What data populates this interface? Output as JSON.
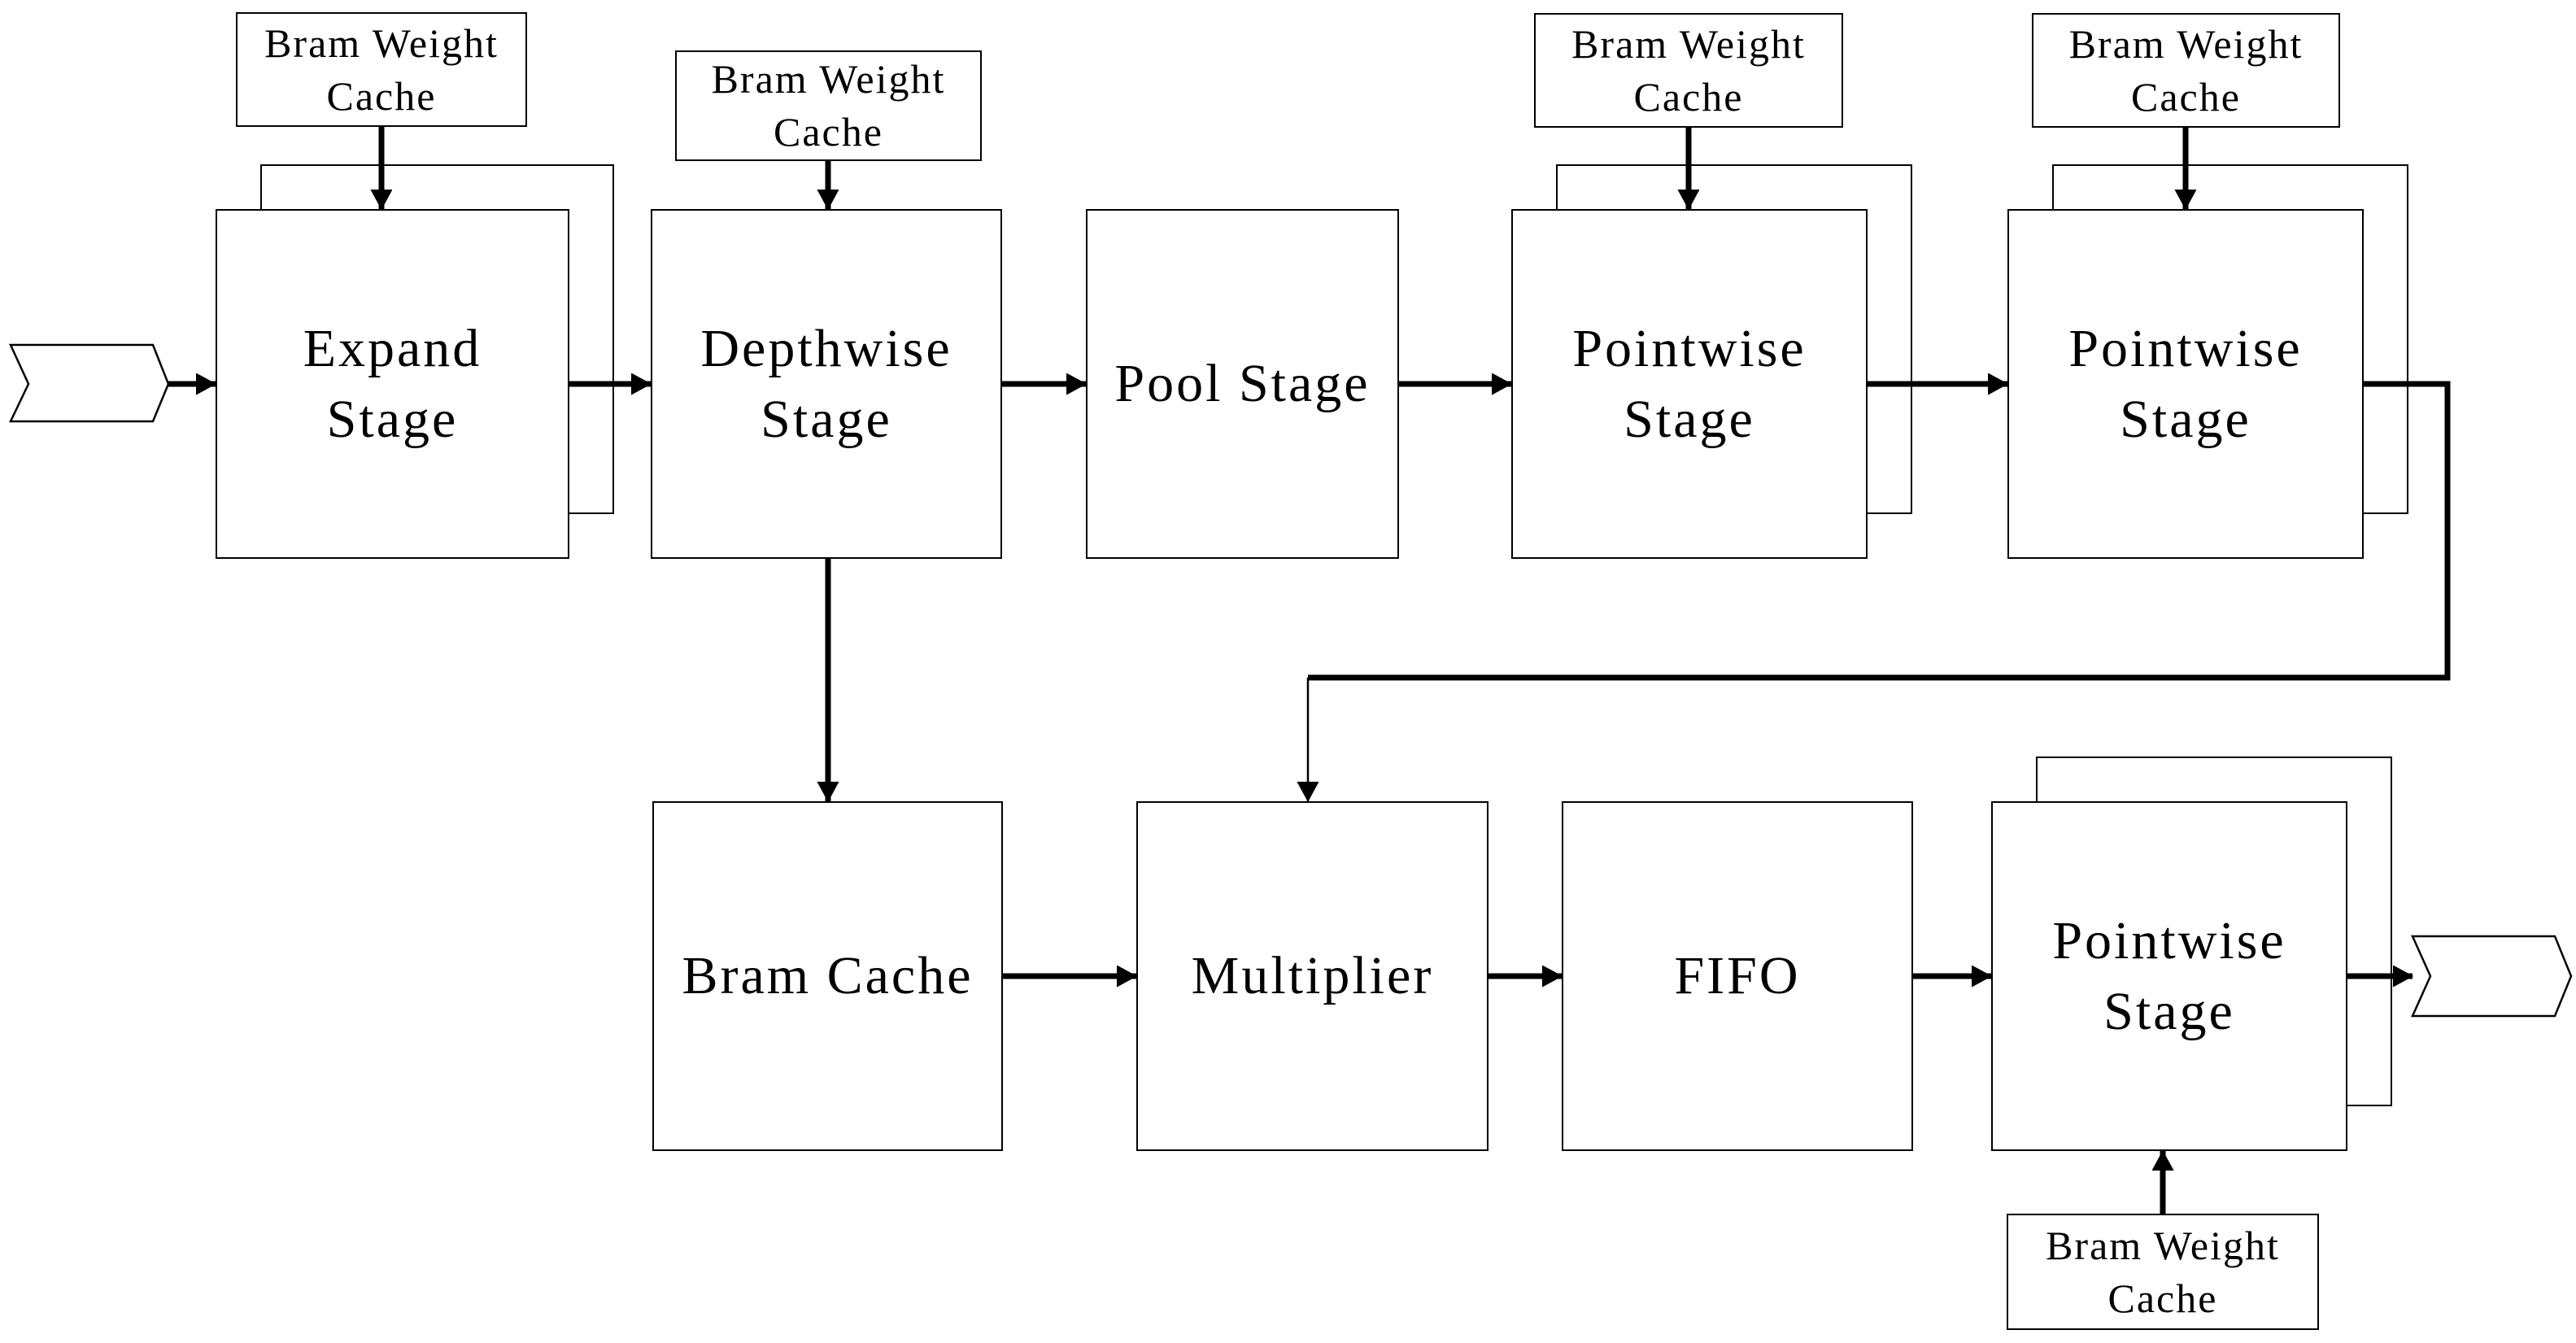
{
  "nodes": {
    "expand": {
      "label": "Expand\nStage"
    },
    "depthwise": {
      "label": "Depthwise\nStage"
    },
    "pool": {
      "label": "Pool Stage"
    },
    "pointwise1": {
      "label": "Pointwise\nStage"
    },
    "pointwise2": {
      "label": "Pointwise\nStage"
    },
    "bram_cache": {
      "label": "Bram Cache"
    },
    "multiplier": {
      "label": "Multiplier"
    },
    "fifo": {
      "label": "FIFO"
    },
    "pointwise3": {
      "label": "Pointwise\nStage"
    }
  },
  "weight_caches": {
    "wc_expand": {
      "label": "Bram Weight\nCache"
    },
    "wc_depthwise": {
      "label": "Bram Weight\nCache"
    },
    "wc_pointwise1": {
      "label": "Bram Weight\nCache"
    },
    "wc_pointwise2": {
      "label": "Bram Weight\nCache"
    },
    "wc_pointwise3": {
      "label": "Bram Weight\nCache"
    }
  },
  "ports": {
    "input_flag": "",
    "output_flag": ""
  },
  "colors": {
    "line": "#000000",
    "background": "#ffffff",
    "box_fill": "#ffffff"
  }
}
